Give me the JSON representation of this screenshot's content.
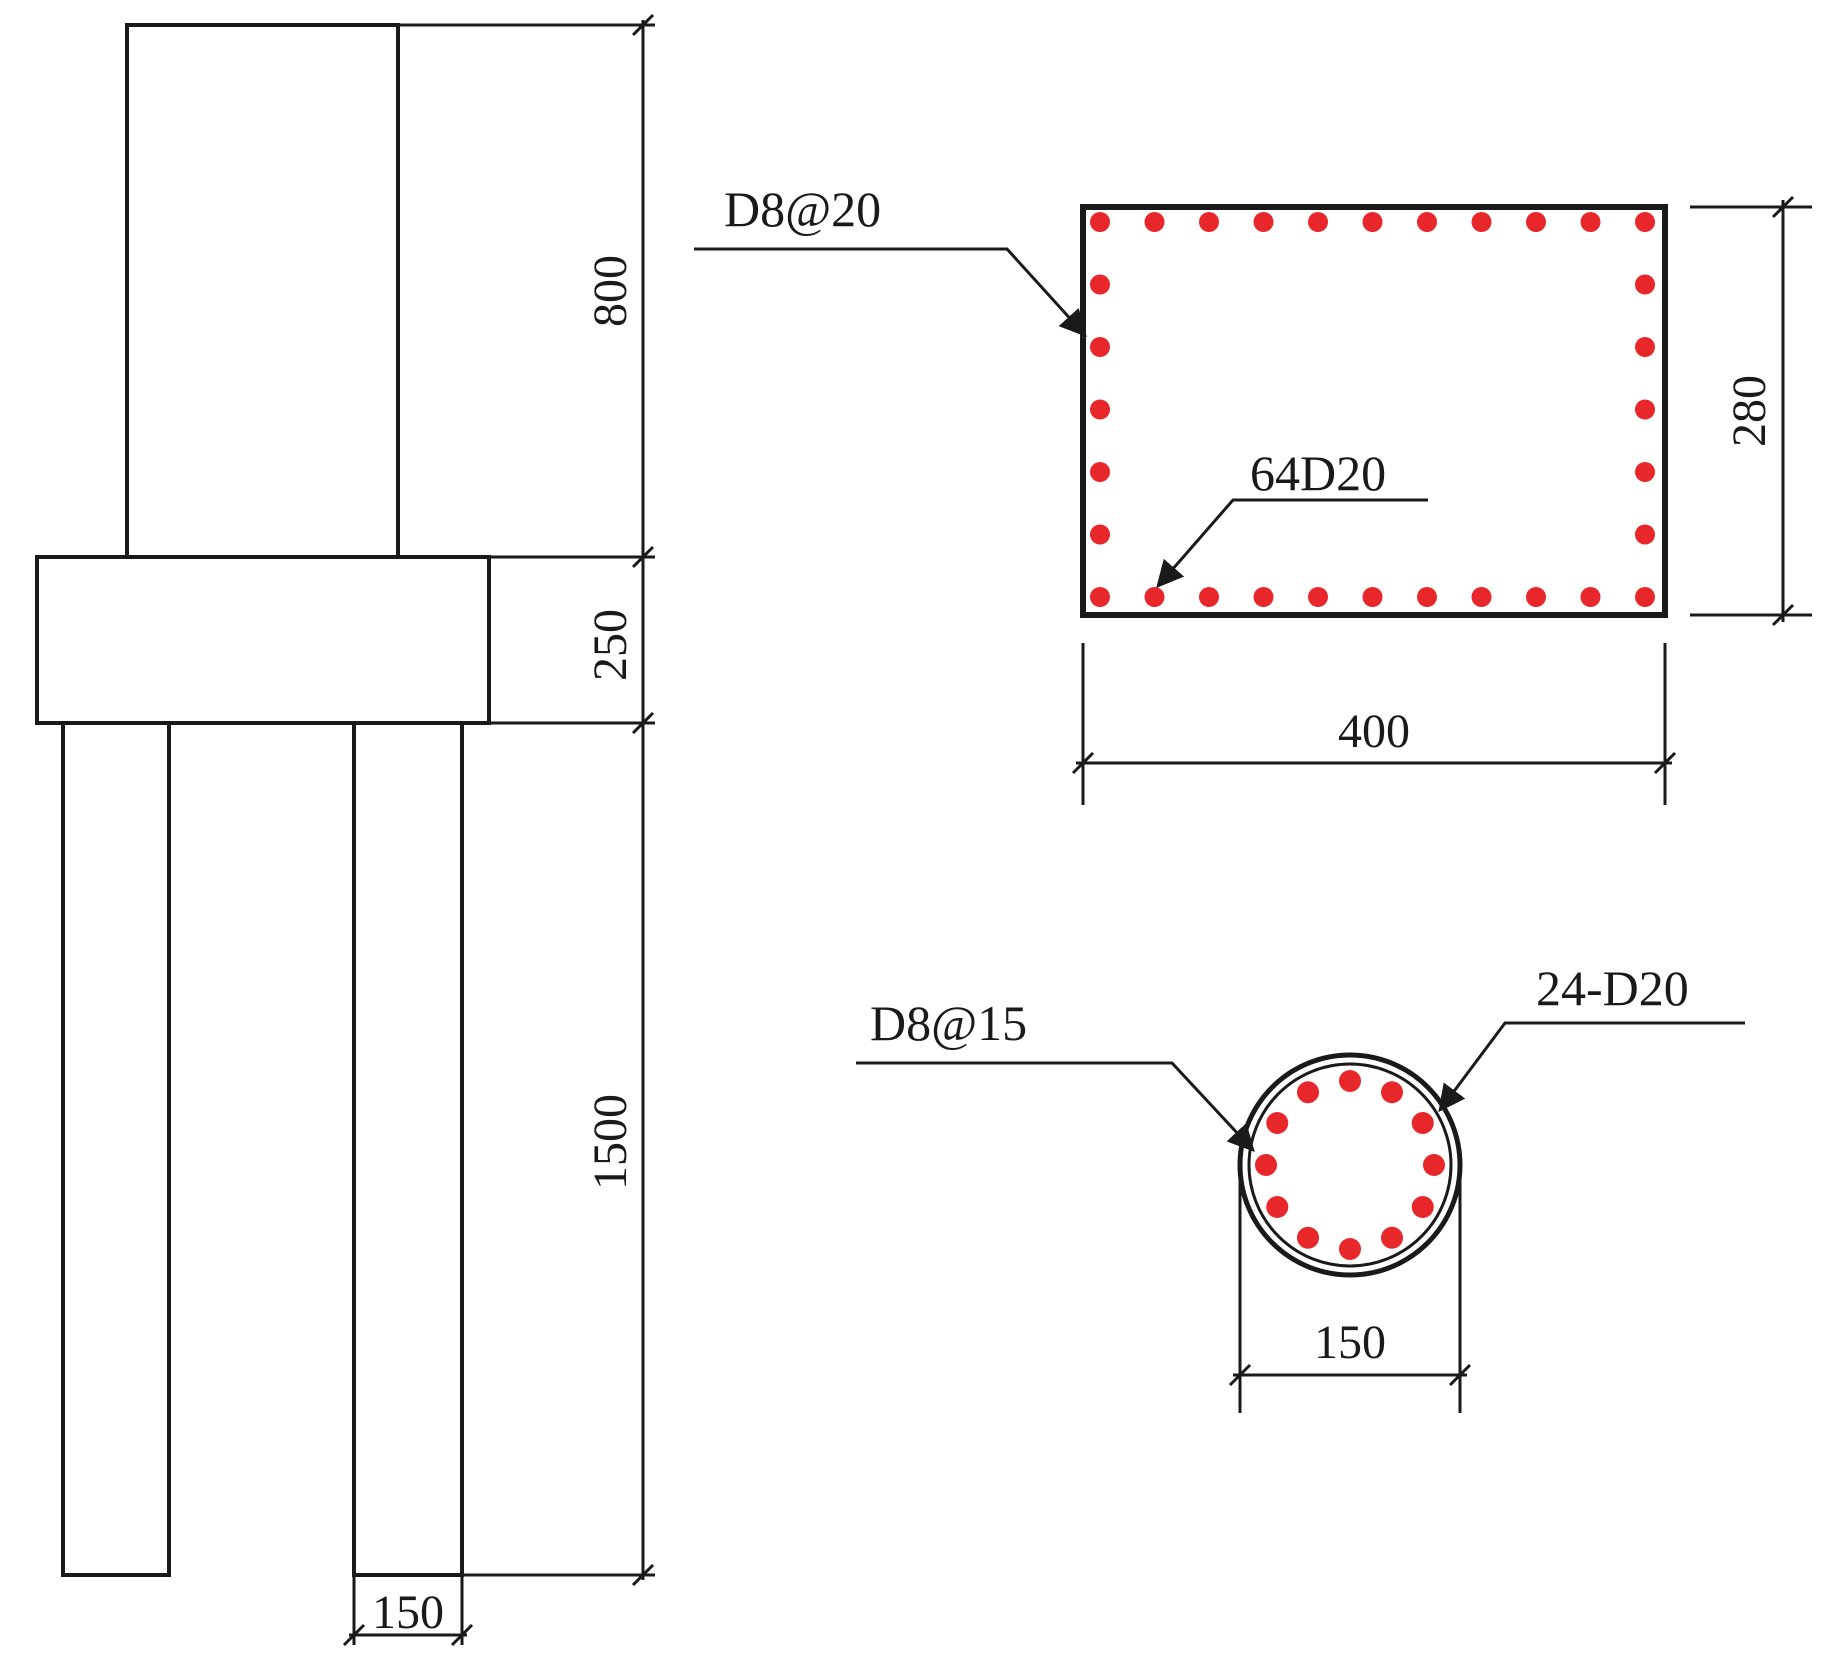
{
  "elevation": {
    "dim_upper_column": "800",
    "dim_pile_cap": "250",
    "dim_piles": "1500",
    "dim_pile_width": "150"
  },
  "rect_section": {
    "label_stirrup": "D8@20",
    "label_bars": "64D20",
    "dim_height": "280",
    "dim_width": "400"
  },
  "circle_section": {
    "label_stirrup": "D8@15",
    "label_bars": "24-D20",
    "dim_diameter": "150"
  },
  "colors": {
    "rebar": "#e8272b",
    "line": "#1a1a1a"
  }
}
